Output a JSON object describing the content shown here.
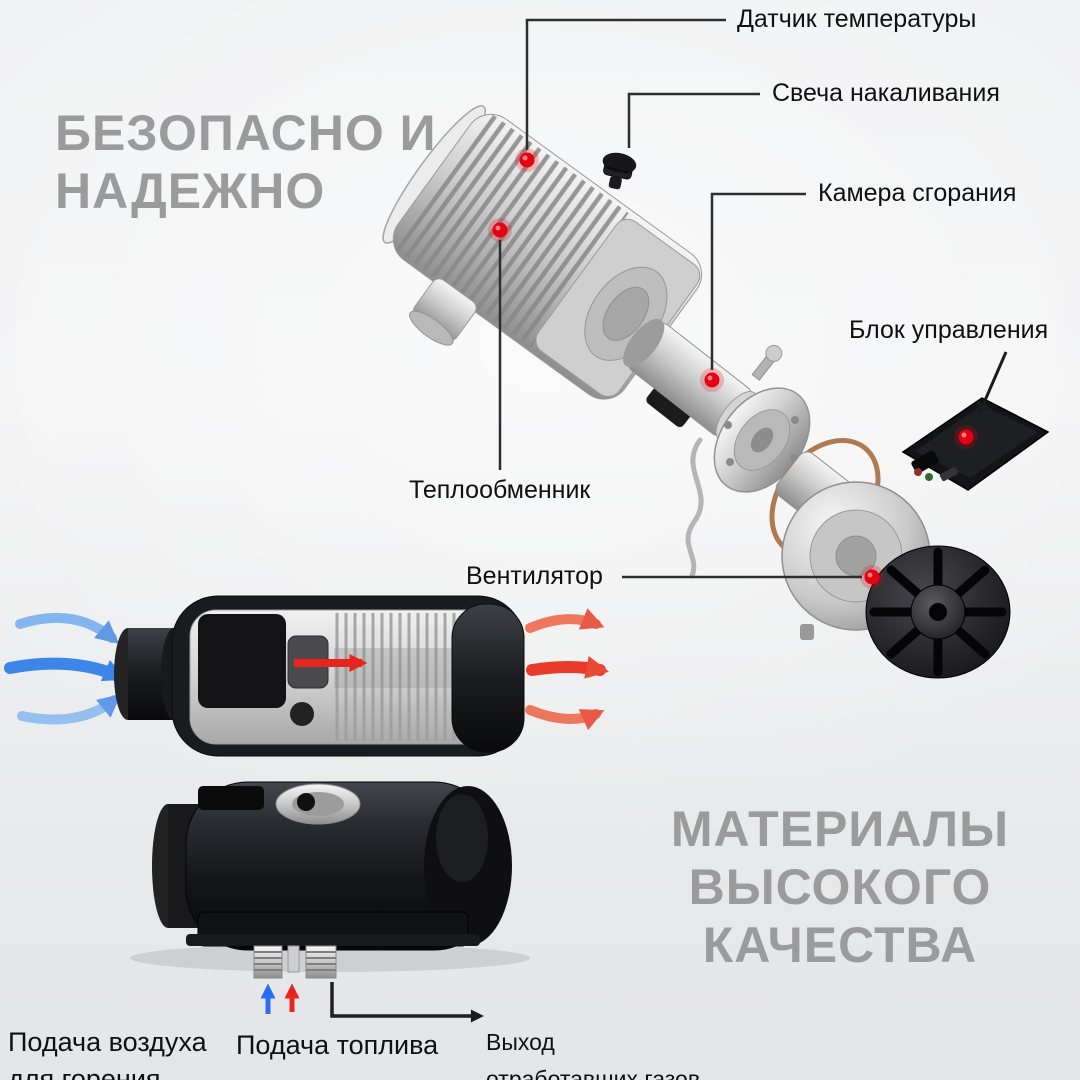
{
  "headings": {
    "safe": {
      "lines": [
        "БЕЗОПАСНО И",
        "НАДЕЖНО"
      ],
      "color": "#9b9b9b"
    },
    "materials": {
      "lines": [
        "МАТЕРИАЛЫ",
        "ВЫСОКОГО",
        "КАЧЕСТВА"
      ],
      "color": "#9b9b9b"
    }
  },
  "callouts": {
    "temperature_sensor": "Датчик температуры",
    "glow_plug": "Свеча накаливания",
    "combustion_chamber": "Камера сгорания",
    "control_unit": "Блок управления",
    "heat_exchanger": "Теплообменник",
    "fan": "Вентилятор"
  },
  "flow_labels": {
    "air": {
      "lines": [
        "Подача воздуха",
        "для горения"
      ],
      "arrow_color": "#2a6df5"
    },
    "fuel": {
      "label": "Подача топлива",
      "arrow_color": "#e8241f"
    },
    "exhaust": {
      "lines": [
        "Выход",
        "отработавших газов"
      ],
      "arrow_color": "#1c1c1c"
    }
  },
  "colors": {
    "background_top": "#f2f3f4",
    "background_bottom": "#e4e5e7",
    "marker_dot": "#e60012",
    "label_text": "#101010",
    "leader_line": "#2e2e2e",
    "cold_air": "#3d85e6",
    "hot_air": "#e84a33"
  }
}
